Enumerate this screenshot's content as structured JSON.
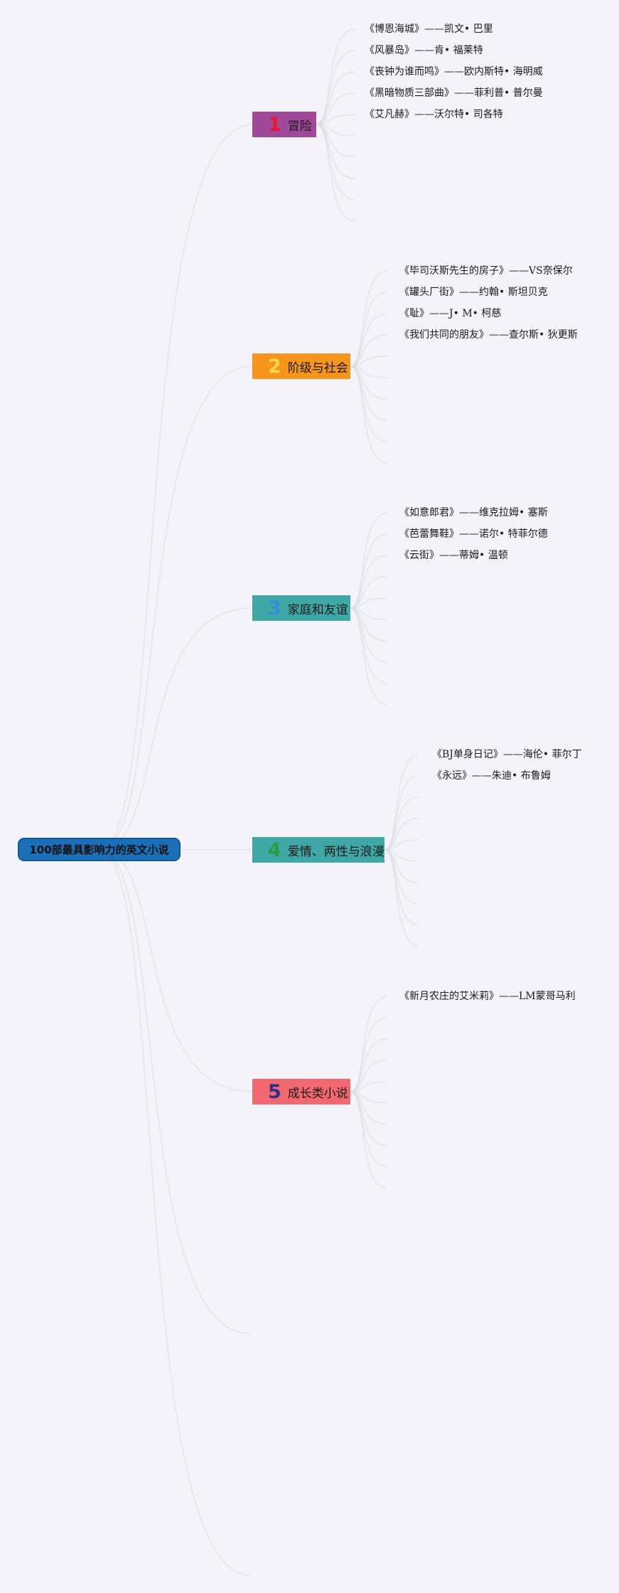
{
  "root": {
    "title": "100部最具影响力的英文小说"
  },
  "branches": [
    {
      "number": "1",
      "label": "冒险",
      "bg_color": "#a0489a",
      "number_color": "#e8192c",
      "books": [
        "《博恩海城》——凯文• 巴里",
        "《风暴岛》——肯• 福莱特",
        "《丧钟为谁而鸣》——欧内斯特• 海明威",
        "《黑暗物质三部曲》——菲利普• 普尔曼",
        "《艾凡赫》——沃尔特• 司各特"
      ]
    },
    {
      "number": "2",
      "label": "阶级与社会",
      "bg_color": "#f7941d",
      "number_color": "#ffd84a",
      "books": [
        "《毕司沃斯先生的房子》——VS奈保尔",
        "《罐头厂街》——约翰• 斯坦贝克",
        "《耻》——J• M• 柯慈",
        "《我们共同的朋友》——查尔斯• 狄更斯"
      ]
    },
    {
      "number": "3",
      "label": "家庭和友谊",
      "bg_color": "#3fa7a5",
      "number_color": "#2f8fd8",
      "books": [
        "《如意郎君》——维克拉姆• 塞斯",
        "《芭蕾舞鞋》——诺尔• 特菲尔德",
        "《云街》——蒂姆• 温顿"
      ]
    },
    {
      "number": "4",
      "label": "爱情、两性与浪漫",
      "bg_color": "#3fa7a5",
      "number_color": "#2a9d3e",
      "books": [
        "《BJ单身日记》——海伦• 菲尔丁",
        "《永远》——朱迪• 布鲁姆"
      ]
    },
    {
      "number": "5",
      "label": "成长类小说",
      "bg_color": "#f26770",
      "number_color": "#2f2f8c",
      "books": [
        "《新月农庄的艾米莉》——LM蒙哥马利"
      ]
    }
  ]
}
